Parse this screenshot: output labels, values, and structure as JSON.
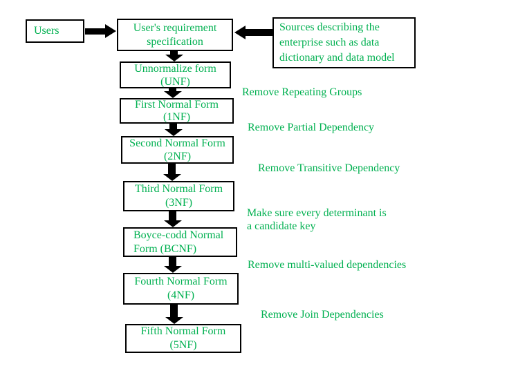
{
  "colors": {
    "text_green": "#00B050",
    "box_border": "#000000",
    "arrow_black": "#000000",
    "background": "#FFFFFF"
  },
  "nodes": {
    "users": {
      "lines": [
        "Users"
      ]
    },
    "requirement": {
      "lines": [
        "User's requirement",
        "specification"
      ]
    },
    "sources": {
      "lines": [
        "Sources describing the",
        "enterprise such as data",
        "dictionary and data model"
      ]
    },
    "unf": {
      "lines": [
        "Unnormalize form",
        "(UNF)"
      ]
    },
    "nf1": {
      "lines": [
        "First Normal Form",
        "(1NF)"
      ]
    },
    "nf2": {
      "lines": [
        "Second Normal Form",
        "(2NF)"
      ]
    },
    "nf3": {
      "lines": [
        "Third Normal Form",
        "(3NF)"
      ]
    },
    "bcnf": {
      "lines": [
        "Boyce-codd Normal",
        "Form (BCNF)"
      ]
    },
    "nf4": {
      "lines": [
        "Fourth Normal Form",
        "(4NF)"
      ]
    },
    "nf5": {
      "lines": [
        "Fifth Normal Form",
        "(5NF)"
      ]
    }
  },
  "annotations": {
    "repeating": {
      "lines": [
        "Remove Repeating Groups"
      ]
    },
    "partial": {
      "lines": [
        "Remove Partial Dependency"
      ]
    },
    "transitive": {
      "lines": [
        "Remove Transitive Dependency"
      ]
    },
    "determinant": {
      "lines": [
        "Make sure every determinant is",
        "a candidate key"
      ]
    },
    "multivalued": {
      "lines": [
        "Remove multi-valued dependencies"
      ]
    },
    "join": {
      "lines": [
        "Remove Join Dependencies"
      ]
    }
  }
}
